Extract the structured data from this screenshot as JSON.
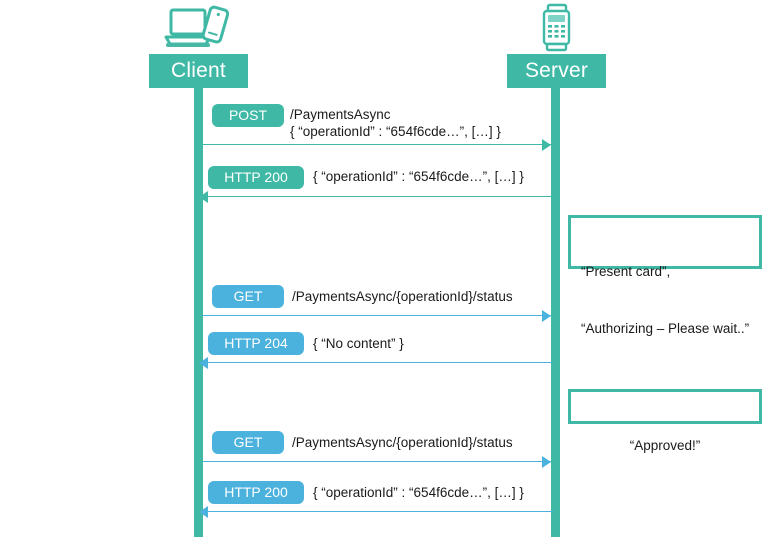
{
  "diagram": {
    "title": "Async payment sequence diagram",
    "colors": {
      "teal": "#3fb9a5",
      "blue": "#4bb2dd",
      "text": "#1a1a1a",
      "background": "#ffffff"
    },
    "actors": [
      {
        "id": "client",
        "label": "Client",
        "icon": "laptop-phone-icon"
      },
      {
        "id": "server",
        "label": "Server",
        "icon": "payment-terminal-icon"
      }
    ],
    "messages": [
      {
        "id": "post-paymentsasync",
        "badge": "POST",
        "color": "teal",
        "direction": "right",
        "text_line1": "/PaymentsAsync",
        "text_line2": "{ “operationId” : “654f6cde…”, […] }"
      },
      {
        "id": "http-200-accepted",
        "badge": "HTTP 200",
        "color": "teal",
        "direction": "left",
        "text_line1": "{ “operationId” : “654f6cde…”, […] }",
        "text_line2": ""
      },
      {
        "id": "get-status-1",
        "badge": "GET",
        "color": "blue",
        "direction": "right",
        "text_line1": "/PaymentsAsync/{operationId}/status",
        "text_line2": ""
      },
      {
        "id": "http-204-no-content",
        "badge": "HTTP 204",
        "color": "blue",
        "direction": "left",
        "text_line1": "{ “No content” }",
        "text_line2": ""
      },
      {
        "id": "get-status-2",
        "badge": "GET",
        "color": "blue",
        "direction": "right",
        "text_line1": "/PaymentsAsync/{operationId}/status",
        "text_line2": ""
      },
      {
        "id": "http-200-final",
        "badge": "HTTP 200",
        "color": "blue",
        "direction": "left",
        "text_line1": "{ “operationId” : “654f6cde…”, […] }",
        "text_line2": ""
      }
    ],
    "notes": [
      {
        "id": "note-present-card",
        "line1": "“Present card”,",
        "line2": "“Authorizing – Please wait..”",
        "align": "left"
      },
      {
        "id": "note-approved",
        "line1": "“Approved!”",
        "line2": "",
        "align": "center"
      }
    ]
  }
}
